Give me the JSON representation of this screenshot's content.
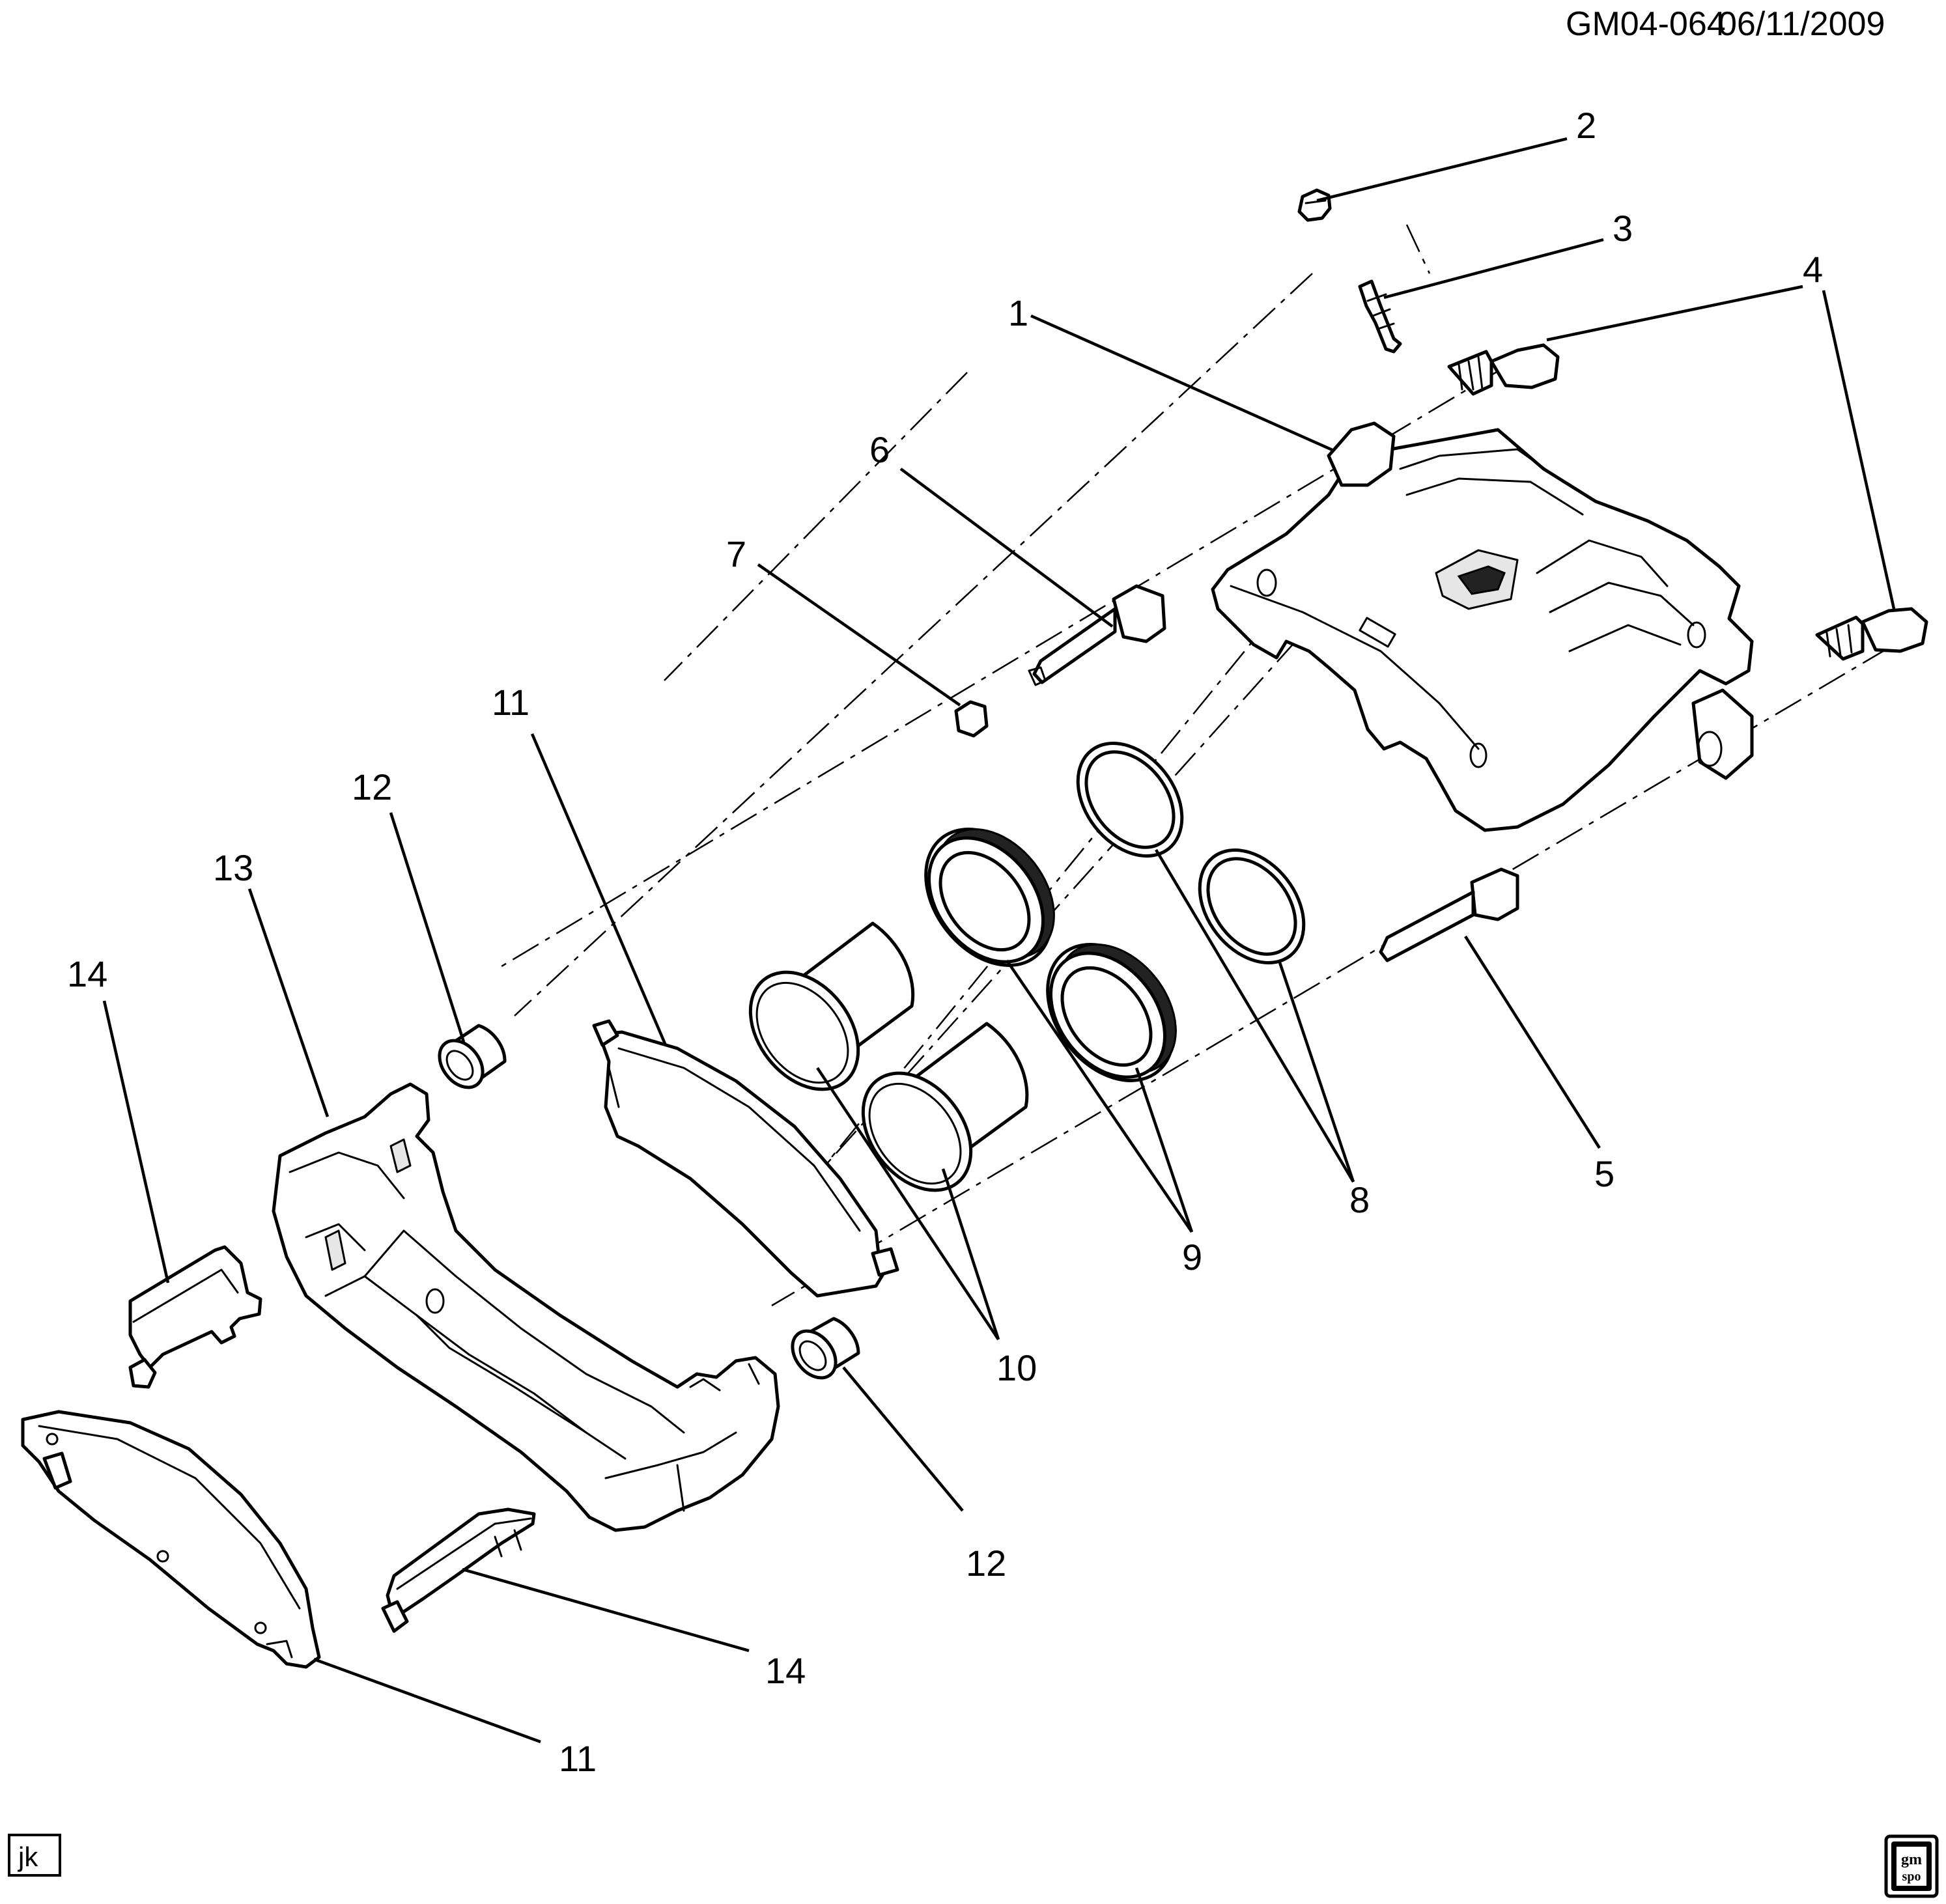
{
  "header": {
    "code": "GM04-064",
    "date": "06/11/2009"
  },
  "callouts": {
    "c1": "1",
    "c2": "2",
    "c3": "3",
    "c4": "4",
    "c5": "5",
    "c6": "6",
    "c7": "7",
    "c8": "8",
    "c9": "9",
    "c10": "10",
    "c11a": "11",
    "c11b": "11",
    "c12a": "12",
    "c12b": "12",
    "c13": "13",
    "c14a": "14",
    "c14b": "14"
  },
  "footer": {
    "initials": "jk",
    "logo_top": "gm",
    "logo_bottom": "spo"
  }
}
